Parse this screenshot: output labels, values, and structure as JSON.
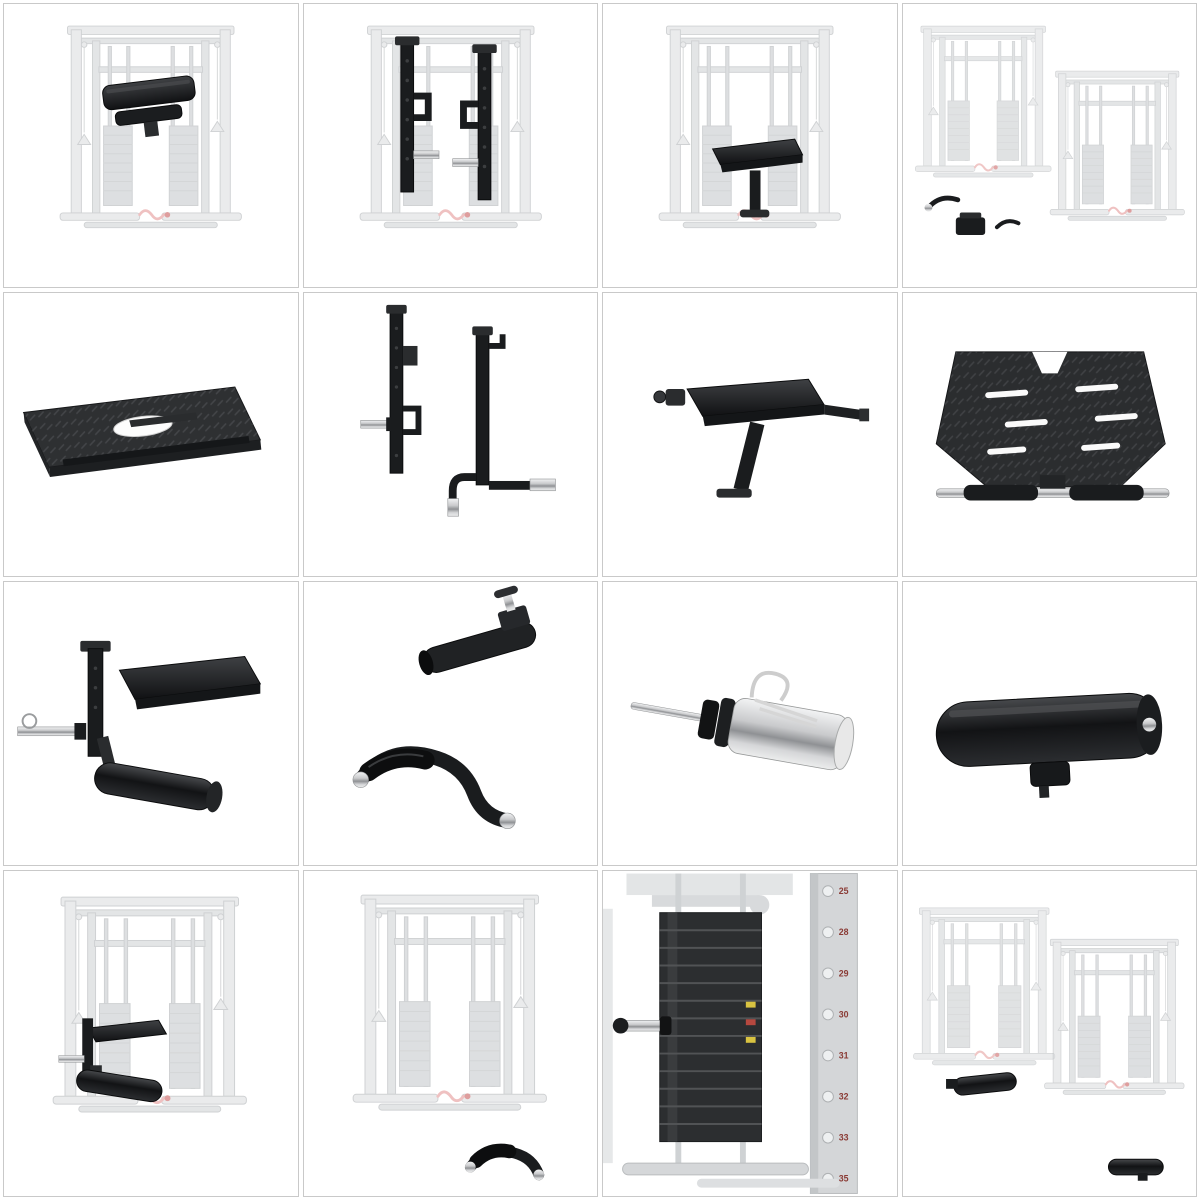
{
  "grid": {
    "rows": 4,
    "columns": 4,
    "tile_count": 16
  },
  "palette": {
    "border": "#c9c9c9",
    "ghost": "#d9dbdd",
    "ink": "#1a1c1e",
    "ink2": "#2a2c2e",
    "pink": "#e2908f",
    "label-red": "#8a3b35",
    "sticker-yellow": "#d9c341",
    "chrome-mid": "#c9cacc"
  },
  "tiles": {
    "t01": {
      "name": "trainer-with-back-pad-attachment"
    },
    "t02": {
      "name": "trainer-with-jammer-arms"
    },
    "t03": {
      "name": "trainer-with-seat-attachment"
    },
    "t04": {
      "name": "trainer-pair-with-small-accessories"
    },
    "t05": {
      "name": "diamond-plate-platform"
    },
    "t06": {
      "name": "bar-holder-brackets"
    },
    "t07": {
      "name": "spotter-seat-arm"
    },
    "t08": {
      "name": "foot-plate-with-bar"
    },
    "t09": {
      "name": "leg-extension-attachment"
    },
    "t10": {
      "name": "tube-adapter-and-curved-handle"
    },
    "t11": {
      "name": "chrome-sleeve-adapter"
    },
    "t12": {
      "name": "roller-pad-attachment"
    },
    "t13": {
      "name": "trainer-with-leg-attachment"
    },
    "t14": {
      "name": "trainer-with-curl-handle"
    },
    "t15": {
      "name": "weight-stack-closeup"
    },
    "t16": {
      "name": "trainer-pair-with-roller-accessories"
    }
  },
  "weight_stack": {
    "labels": [
      "25",
      "28",
      "29",
      "30",
      "31",
      "32",
      "33",
      "35"
    ]
  }
}
